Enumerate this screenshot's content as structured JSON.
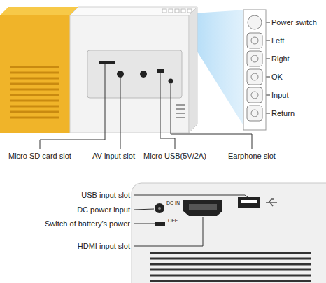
{
  "diagram": {
    "labels": [
      "Power switch",
      "Left",
      "Right",
      "OK",
      "Input",
      "Return",
      "Micro SD card slot",
      "AV input slot",
      "Micro USB(5V/2A)",
      "Earphone slot",
      "USB input slot",
      "DC power input",
      "Switch of battery's power",
      "HDMI input slot",
      "DC IN",
      "OFF"
    ]
  }
}
